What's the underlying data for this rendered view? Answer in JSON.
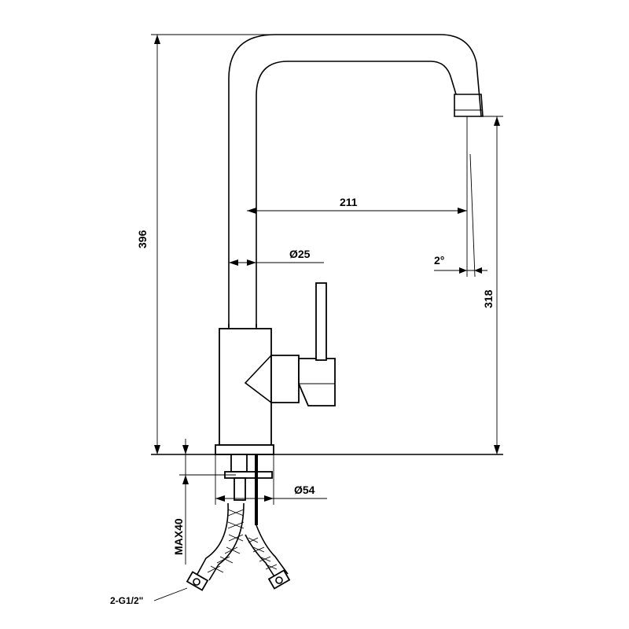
{
  "dimensions": {
    "total_height": "396",
    "reach": "211",
    "spout_diameter": "Ø25",
    "angle": "2°",
    "spout_height": "318",
    "base_diameter": "Ø54",
    "max_thickness": "MAX40",
    "connection": "2-G1/2\""
  }
}
